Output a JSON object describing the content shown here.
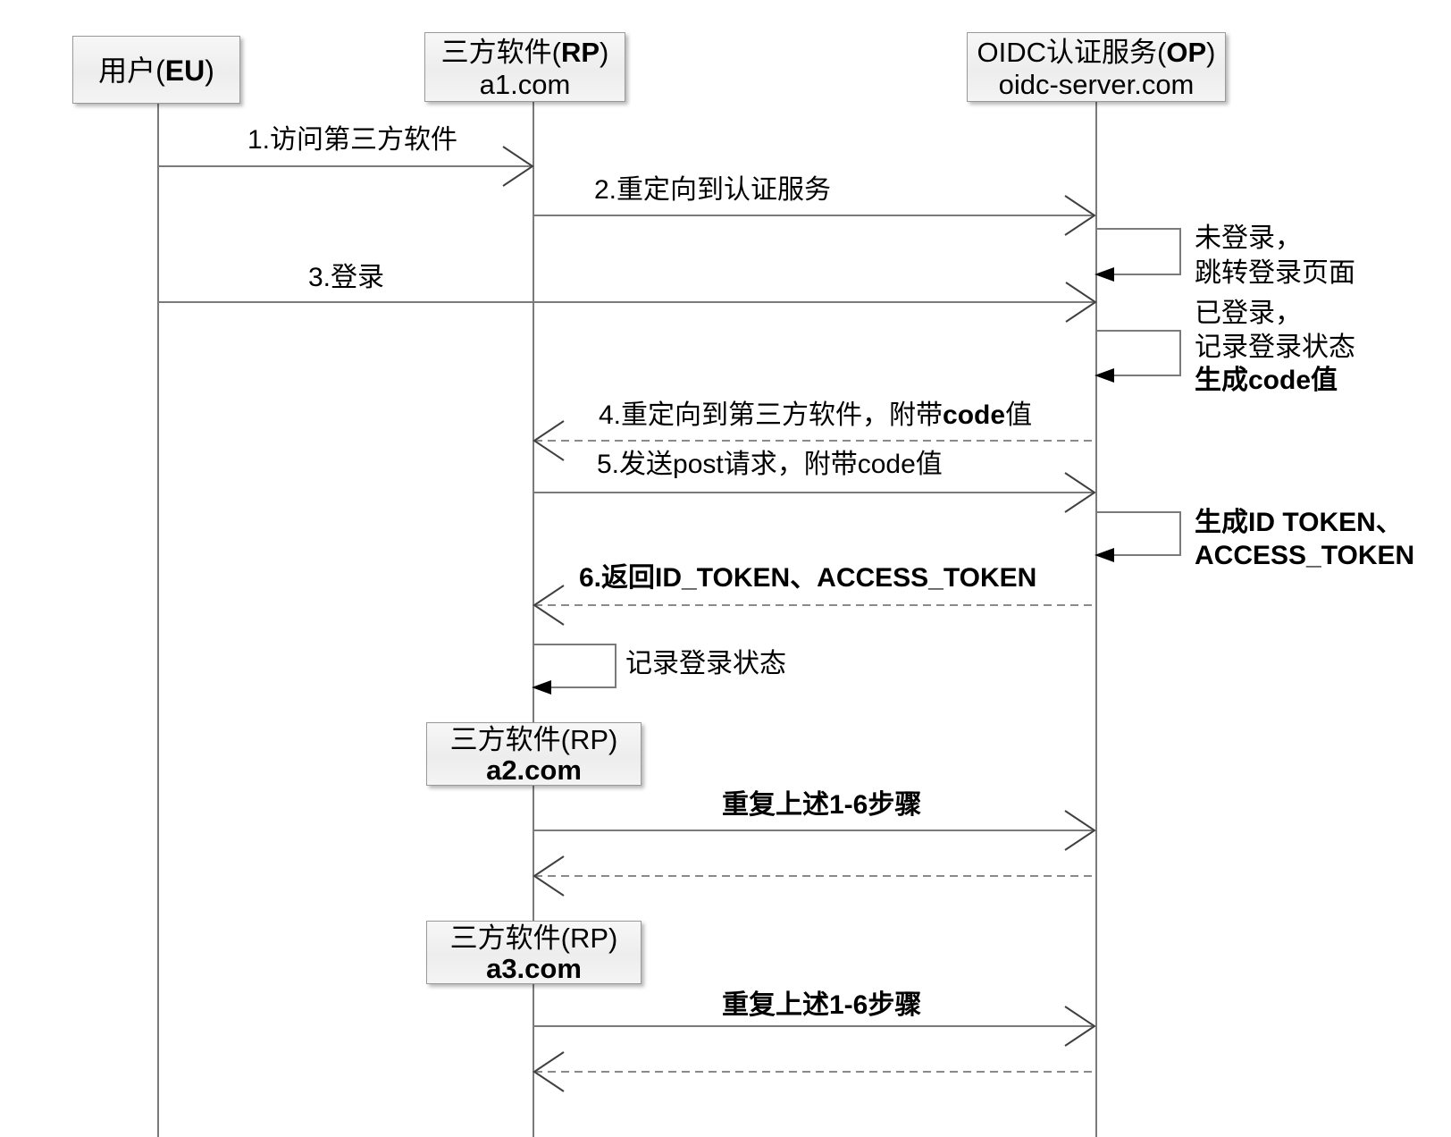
{
  "diagram_type": "sequence-diagram",
  "colors": {
    "line_gray": "#7a7a7a",
    "dash_gray": "#8a8a8a",
    "arrowhead_black": "#000000",
    "box_border": "#999999",
    "text": "#000000",
    "background": "#ffffff"
  },
  "actors": {
    "eu": {
      "pre": "用户(",
      "bold": "EU",
      "post": ")"
    },
    "rp": {
      "pre": "三方软件(",
      "bold": "RP",
      "post": ")",
      "domain": "a1.com"
    },
    "op": {
      "pre": "OIDC认证服务(",
      "bold": "OP",
      "post": ")",
      "domain": "oidc-server.com"
    },
    "rp2": {
      "title": "三方软件(RP)",
      "domain": "a2.com"
    },
    "rp3": {
      "title": "三方软件(RP)",
      "domain": "a3.com"
    }
  },
  "messages": {
    "m1": "1.访问第三方软件",
    "m2": "2.重定向到认证服务",
    "m3": "3.登录",
    "m4_pre": "4.重定向到第三方软件，附带",
    "m4_bold": "code",
    "m4_post": "值",
    "m5": "5.发送post请求，附带code值",
    "m6": "6.返回ID_TOKEN、ACCESS_TOKEN",
    "repeat1": "重复上述1-6步骤",
    "repeat2": "重复上述1-6步骤"
  },
  "notes": {
    "not_logged_line1": "未登录，",
    "not_logged_line2": "跳转登录页面",
    "logged_line1": "已登录，",
    "logged_line2": "记录登录状态",
    "logged_line3": "生成code值",
    "gen_token_line1": "生成ID TOKEN、",
    "gen_token_line2": "ACCESS_TOKEN",
    "rp_record_state": "记录登录状态"
  }
}
